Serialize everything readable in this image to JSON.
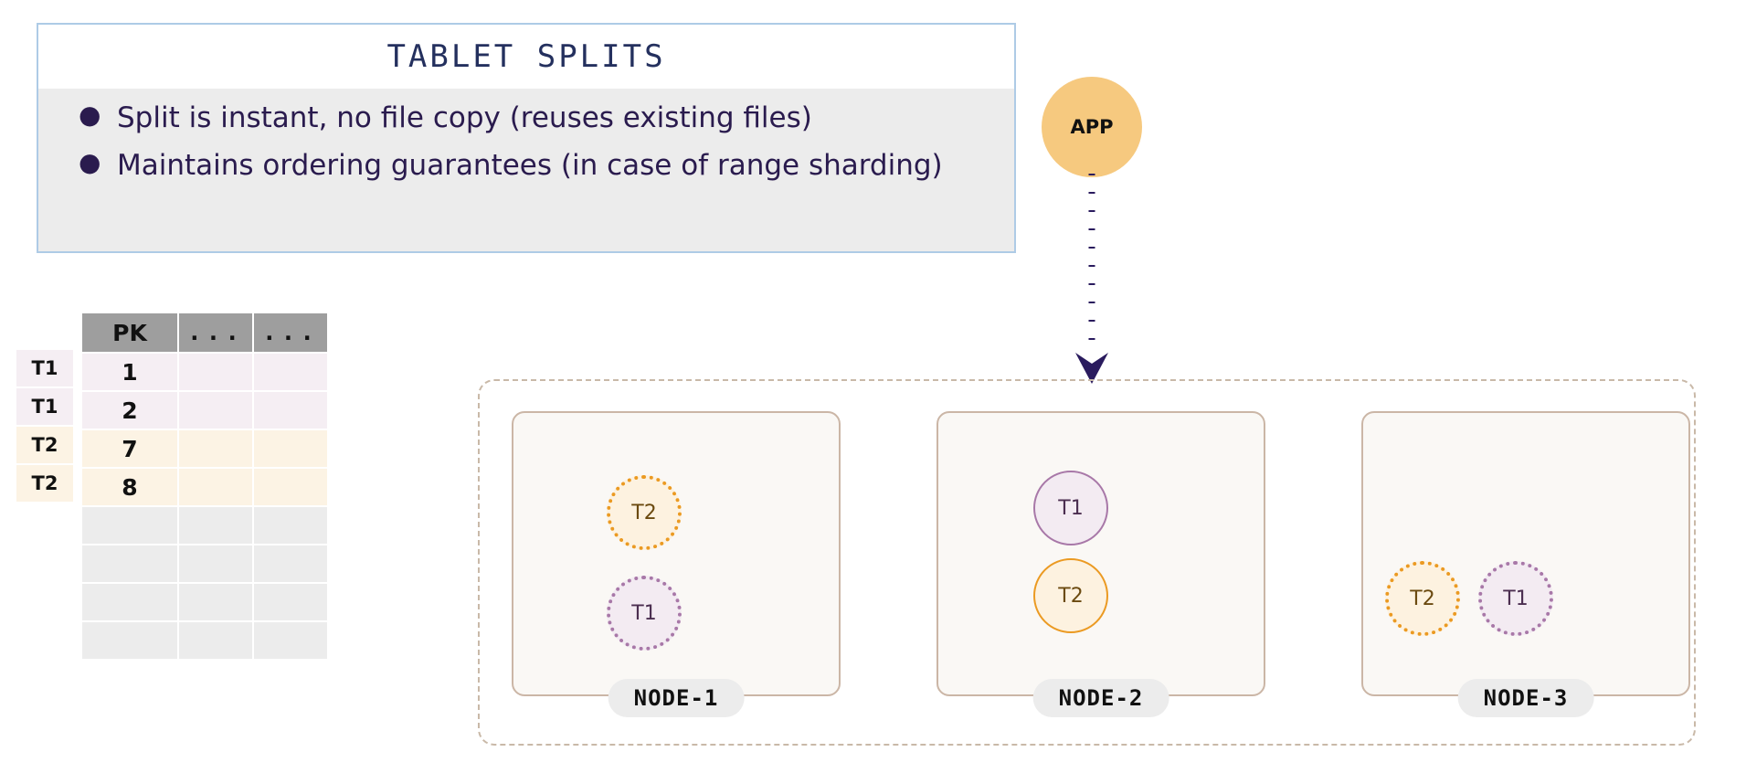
{
  "callout": {
    "title": "TABLET SPLITS",
    "bullets": [
      "Split is instant, no file copy (reuses existing files)",
      "Maintains ordering guarantees (in case of range sharding)"
    ],
    "bullet_glyph": "●",
    "border_color": "#aecbe6",
    "title_color": "#24305e",
    "text_color": "#2a1b4e",
    "body_bg": "#ececec"
  },
  "table": {
    "headers": [
      "PK",
      "...",
      "..."
    ],
    "rows": [
      {
        "tag": "T1",
        "pk": "1",
        "c2": "",
        "c3": "",
        "style": "t1"
      },
      {
        "tag": "T1",
        "pk": "2",
        "c2": "",
        "c3": "",
        "style": "t1"
      },
      {
        "tag": "T2",
        "pk": "7",
        "c2": "",
        "c3": "",
        "style": "t2"
      },
      {
        "tag": "T2",
        "pk": "8",
        "c2": "",
        "c3": "",
        "style": "t2"
      },
      {
        "tag": "",
        "pk": "",
        "c2": "",
        "c3": "",
        "style": "empty"
      },
      {
        "tag": "",
        "pk": "",
        "c2": "",
        "c3": "",
        "style": "empty"
      },
      {
        "tag": "",
        "pk": "",
        "c2": "",
        "c3": "",
        "style": "empty"
      },
      {
        "tag": "",
        "pk": "",
        "c2": "",
        "c3": "",
        "style": "empty"
      }
    ],
    "header_bg": "#9e9e9e",
    "t1_bg": "#f5eef3",
    "t2_bg": "#fcf3e4",
    "empty_bg": "#ececec"
  },
  "app": {
    "label": "APP",
    "color": "#f6c97f",
    "arrow_color": "#2a1b5e"
  },
  "cluster": {
    "border_color": "#c9b9a8",
    "nodes": [
      {
        "label": "NODE-1",
        "tablets": [
          {
            "name": "T2",
            "kind": "t2",
            "border": "dotted"
          },
          {
            "name": "T1",
            "kind": "t1",
            "border": "dotted"
          }
        ]
      },
      {
        "label": "NODE-2",
        "tablets": [
          {
            "name": "T1",
            "kind": "t1",
            "border": "solid"
          },
          {
            "name": "T2",
            "kind": "t2",
            "border": "solid"
          }
        ]
      },
      {
        "label": "NODE-3",
        "tablets": [
          {
            "name": "T2",
            "kind": "t2",
            "border": "dotted"
          },
          {
            "name": "T1",
            "kind": "t1",
            "border": "dotted"
          }
        ]
      }
    ],
    "tablet_t1_color": "#a878a8",
    "tablet_t2_color": "#eb9a22",
    "node_bg": "#faf8f5",
    "node_border": "#cbb6a6",
    "label_bg": "#ececec"
  }
}
